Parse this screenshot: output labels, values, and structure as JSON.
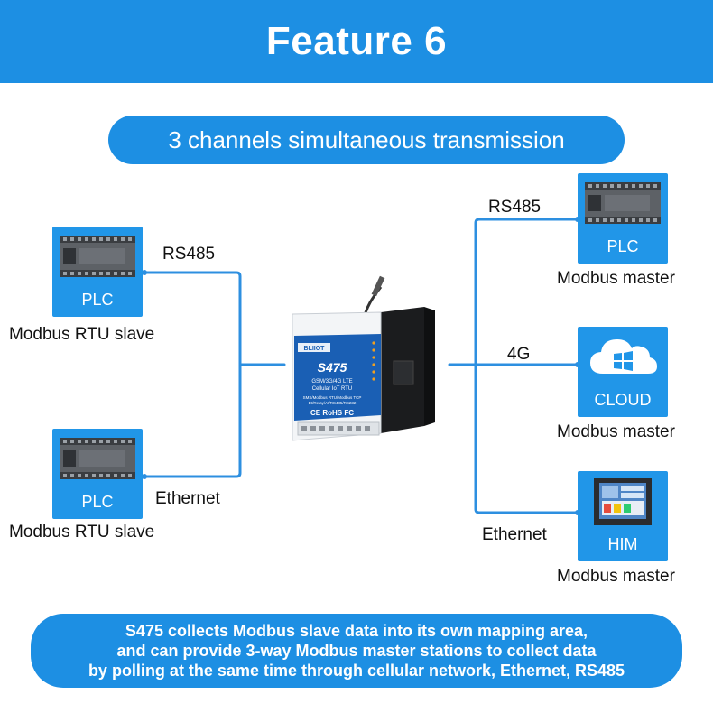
{
  "header": {
    "title": "Feature 6"
  },
  "subtitle": "3 channels simultaneous transmission",
  "left": {
    "top_device": {
      "label": "PLC",
      "caption": "Modbus RTU slave",
      "link": "RS485"
    },
    "bottom_device": {
      "label": "PLC",
      "caption": "Modbus RTU slave",
      "link": "Ethernet"
    }
  },
  "right": {
    "top_device": {
      "label": "PLC",
      "caption": "Modbus master",
      "link": "RS485"
    },
    "middle_device": {
      "label": "CLOUD",
      "caption": "Modbus master",
      "link": "4G"
    },
    "bottom_device": {
      "label": "HIM",
      "caption": "Modbus master",
      "link": "Ethernet"
    }
  },
  "center_device": {
    "model": "S475",
    "brand": "BLIIOT",
    "line1": "GSM/3G/4G LTE",
    "line2": "Cellular IoT RTU",
    "line3": "SMS/Modbus RTU/Modbus TCP",
    "line4": "DI/Relay/AI/RS485/RS232",
    "certs": "CE RoHS FC"
  },
  "description": [
    "S475 collects Modbus slave data into its own mapping area,",
    "and can provide 3-way Modbus master stations to collect data",
    "by polling at the same time through cellular network, Ethernet, RS485"
  ],
  "colors": {
    "brand_blue": "#1d8fe3",
    "card_blue": "#2196e8",
    "line_blue": "#2d8fe0"
  }
}
